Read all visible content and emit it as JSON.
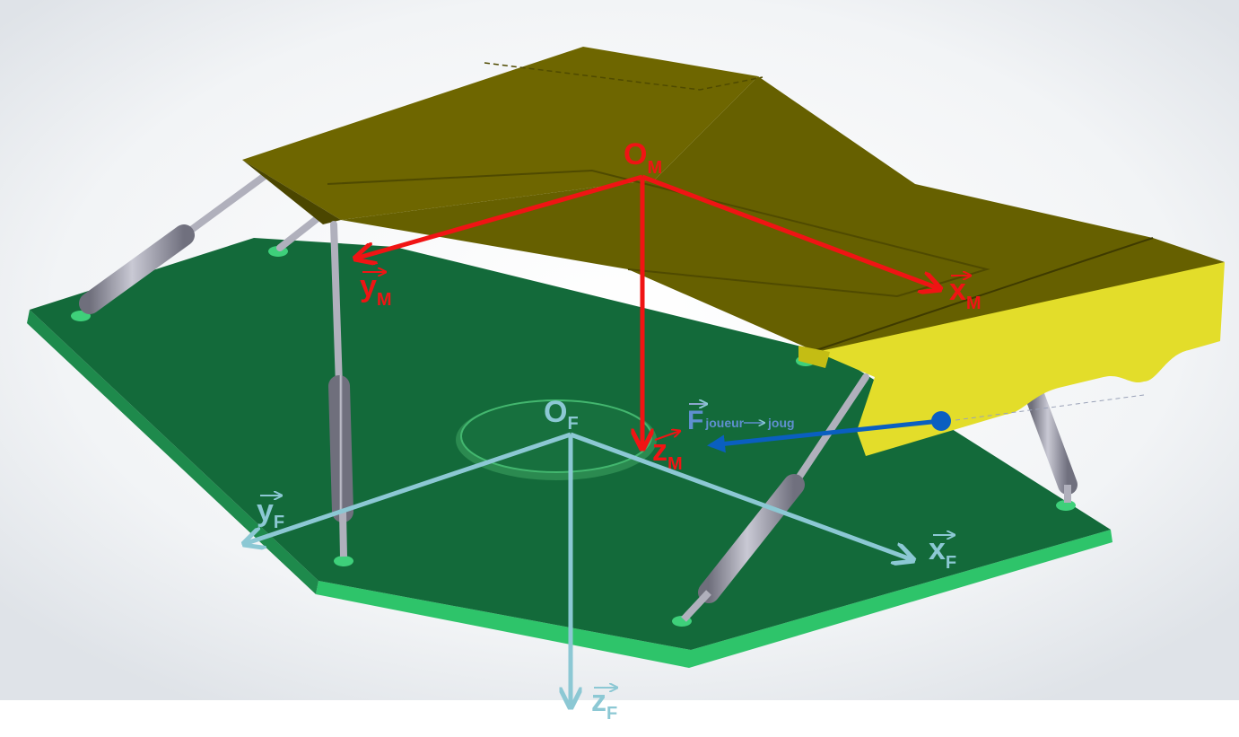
{
  "colors": {
    "frame_red": "#f01414",
    "frame_light_blue": "#8cc8d4",
    "force_blue": "#0a5fc0",
    "base_green": "#136a3a",
    "base_edge_green": "#2ec46a",
    "platform_olive": "#6e6600",
    "platform_front_yellow": "#e3dd2a",
    "actuator_grey": "#9c9caa"
  },
  "icons": {
    "origin_mobile": "point-icon",
    "force_point": "filled-circle-icon",
    "vector_arrow": "right-arrow-icon"
  },
  "mobile_frame": {
    "origin": {
      "letter": "O",
      "sub": "M"
    },
    "x_axis": {
      "letter": "x",
      "sub": "M"
    },
    "y_axis": {
      "letter": "y",
      "sub": "M"
    },
    "z_axis": {
      "letter": "z",
      "sub": "M"
    }
  },
  "fixed_frame": {
    "origin": {
      "letter": "O",
      "sub": "F"
    },
    "x_axis": {
      "letter": "x",
      "sub": "F"
    },
    "y_axis": {
      "letter": "y",
      "sub": "F"
    },
    "z_axis": {
      "letter": "z",
      "sub": "F"
    }
  },
  "force": {
    "letter": "F",
    "sub_from": "joueur",
    "sub_to": "joug"
  }
}
